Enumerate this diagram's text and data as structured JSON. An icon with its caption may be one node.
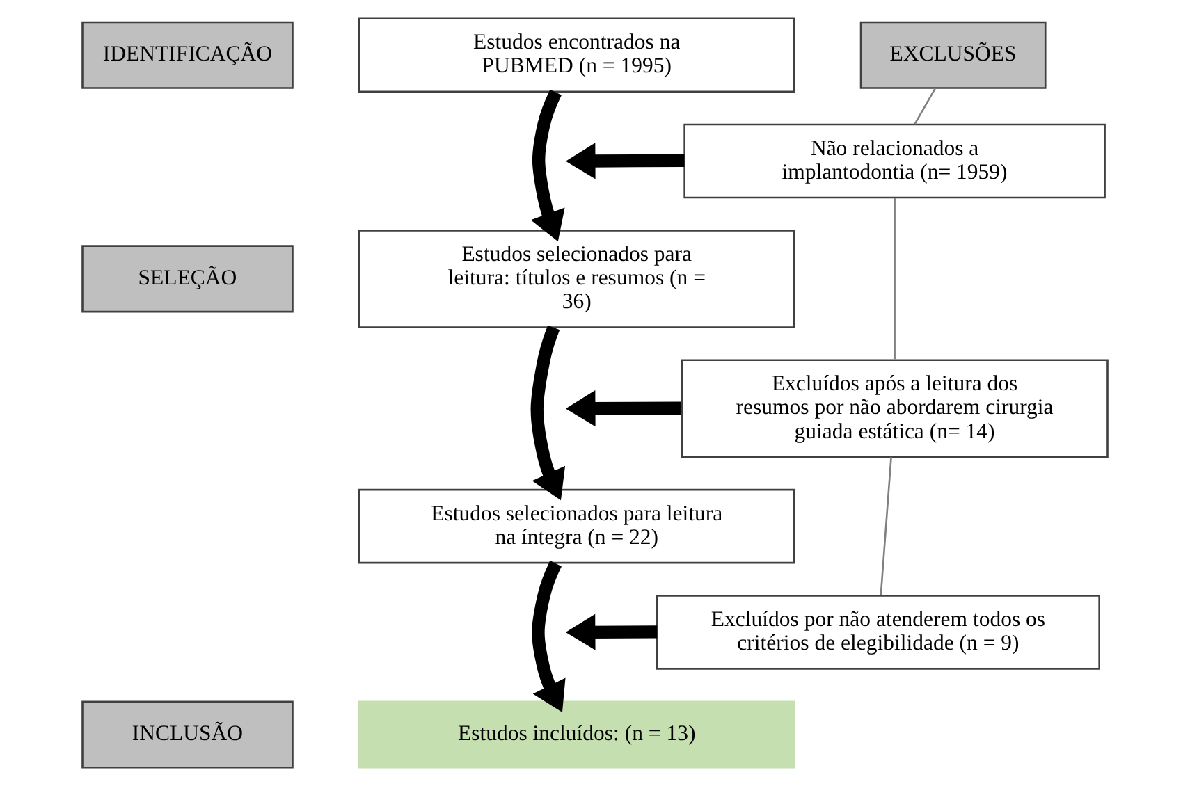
{
  "diagram": {
    "nodes": [
      {
        "text": [
          "IDENTIFICAÇÃO"
        ]
      },
      {
        "text": [
          "SELEÇÃO"
        ]
      },
      {
        "text": [
          "INCLUSÃO"
        ]
      },
      {
        "text": [
          "Estudos encontrados na PUBMED (n = 1995)"
        ]
      },
      {
        "text": [
          "Estudos selecionados para leitura: títulos e resumos (n = 36)"
        ]
      },
      {
        "text": [
          "Estudos selecionados para leitura na íntegra (n = 22)"
        ]
      },
      {
        "text": [
          "Estudos incluídos: (n = 13)"
        ]
      },
      {
        "text": [
          "EXCLUSÕES"
        ]
      },
      {
        "text": [
          "Não relacionados a implantodontia (n= 1959)"
        ]
      },
      {
        "text": [
          "Excluídos após a leitura dos resumos por não abordarem cirurgia guiada estática (n= 14)"
        ]
      },
      {
        "text": [
          "Excluídos por não atenderem todos os critérios de elegibilidade (n = 9)"
        ]
      }
    ],
    "edges": [
      {
        "from": 3,
        "to": 4,
        "arrow": "to"
      },
      {
        "from": 4,
        "to": 5,
        "arrow": "to"
      },
      {
        "from": 5,
        "to": 6,
        "arrow": "to"
      },
      {
        "from": 8,
        "to": null,
        "arrow": "to"
      },
      {
        "from": 9,
        "to": null,
        "arrow": "to"
      },
      {
        "from": 10,
        "to": null,
        "arrow": "to"
      },
      {
        "from": 7,
        "to": 8,
        "arrow": "none",
        "color": "#808080"
      },
      {
        "from": 8,
        "to": 9,
        "arrow": "none",
        "color": "#808080"
      },
      {
        "from": 9,
        "to": 10,
        "arrow": "none",
        "color": "#808080"
      }
    ]
  }
}
